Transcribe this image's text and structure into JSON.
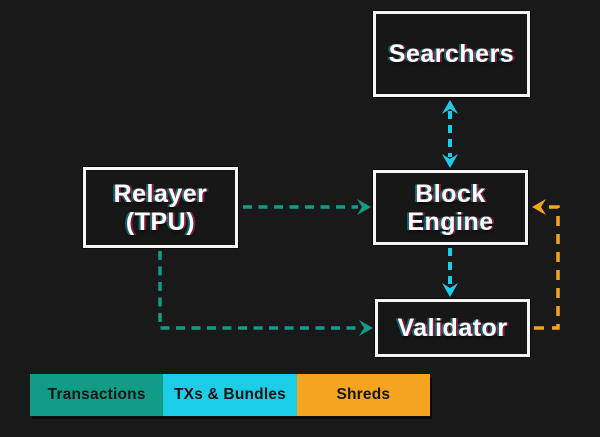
{
  "colors": {
    "background": "#191919",
    "node_fill": "#171717",
    "node_border": "#f5f5f5",
    "node_text": "#ffffff",
    "legend_text": "#141414",
    "transactions": "#109c87",
    "txs_bundles": "#1ccde8",
    "shreds": "#f5a41f"
  },
  "nodes": {
    "searchers": {
      "label": "Searchers"
    },
    "relayer": {
      "label": "Relayer\n(TPU)"
    },
    "block_engine": {
      "label": "Block\nEngine"
    },
    "validator": {
      "label": "Validator"
    }
  },
  "edges": [
    {
      "from": "searchers",
      "to": "block_engine",
      "type": "txs_bundles",
      "bidirectional": true
    },
    {
      "from": "relayer",
      "to": "block_engine",
      "type": "transactions",
      "bidirectional": false
    },
    {
      "from": "relayer",
      "to": "validator",
      "type": "transactions",
      "bidirectional": false
    },
    {
      "from": "block_engine",
      "to": "validator",
      "type": "txs_bundles",
      "bidirectional": false
    },
    {
      "from": "validator",
      "to": "block_engine",
      "type": "shreds",
      "bidirectional": false
    }
  ],
  "legend": {
    "items": [
      {
        "label": "Transactions",
        "color_key": "transactions"
      },
      {
        "label": "TXs & Bundles",
        "color_key": "txs_bundles"
      },
      {
        "label": "Shreds",
        "color_key": "shreds"
      }
    ]
  }
}
